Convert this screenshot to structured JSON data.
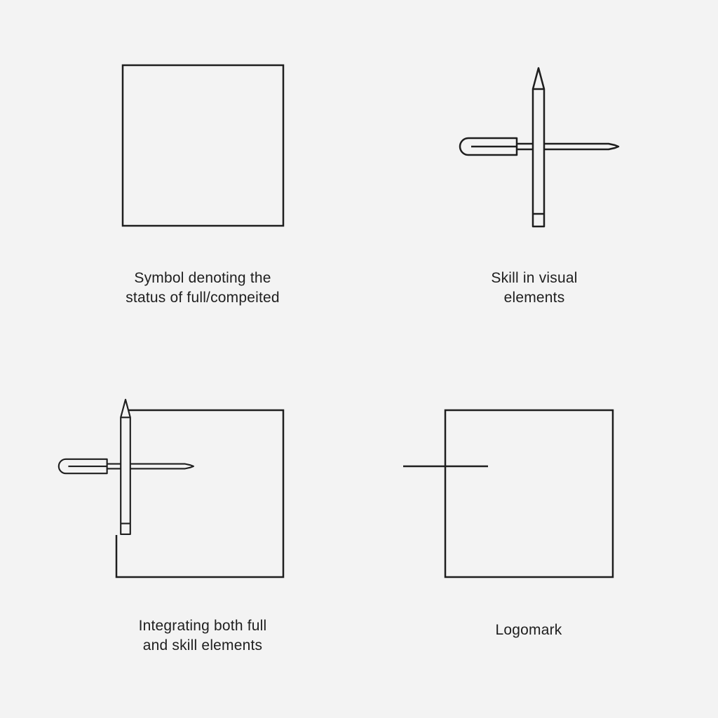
{
  "panels": [
    {
      "id": "full",
      "caption_lines": [
        "Symbol denoting the",
        "status of full/compeited"
      ]
    },
    {
      "id": "skill",
      "caption_lines": [
        "Skill in visual",
        "elements"
      ]
    },
    {
      "id": "integrated",
      "caption_lines": [
        "Integrating both full",
        "and skill elements"
      ]
    },
    {
      "id": "logomark",
      "caption_lines": [
        "Logomark"
      ]
    }
  ],
  "colors": {
    "background": "#f3f3f3",
    "stroke": "#1e1e1e"
  }
}
